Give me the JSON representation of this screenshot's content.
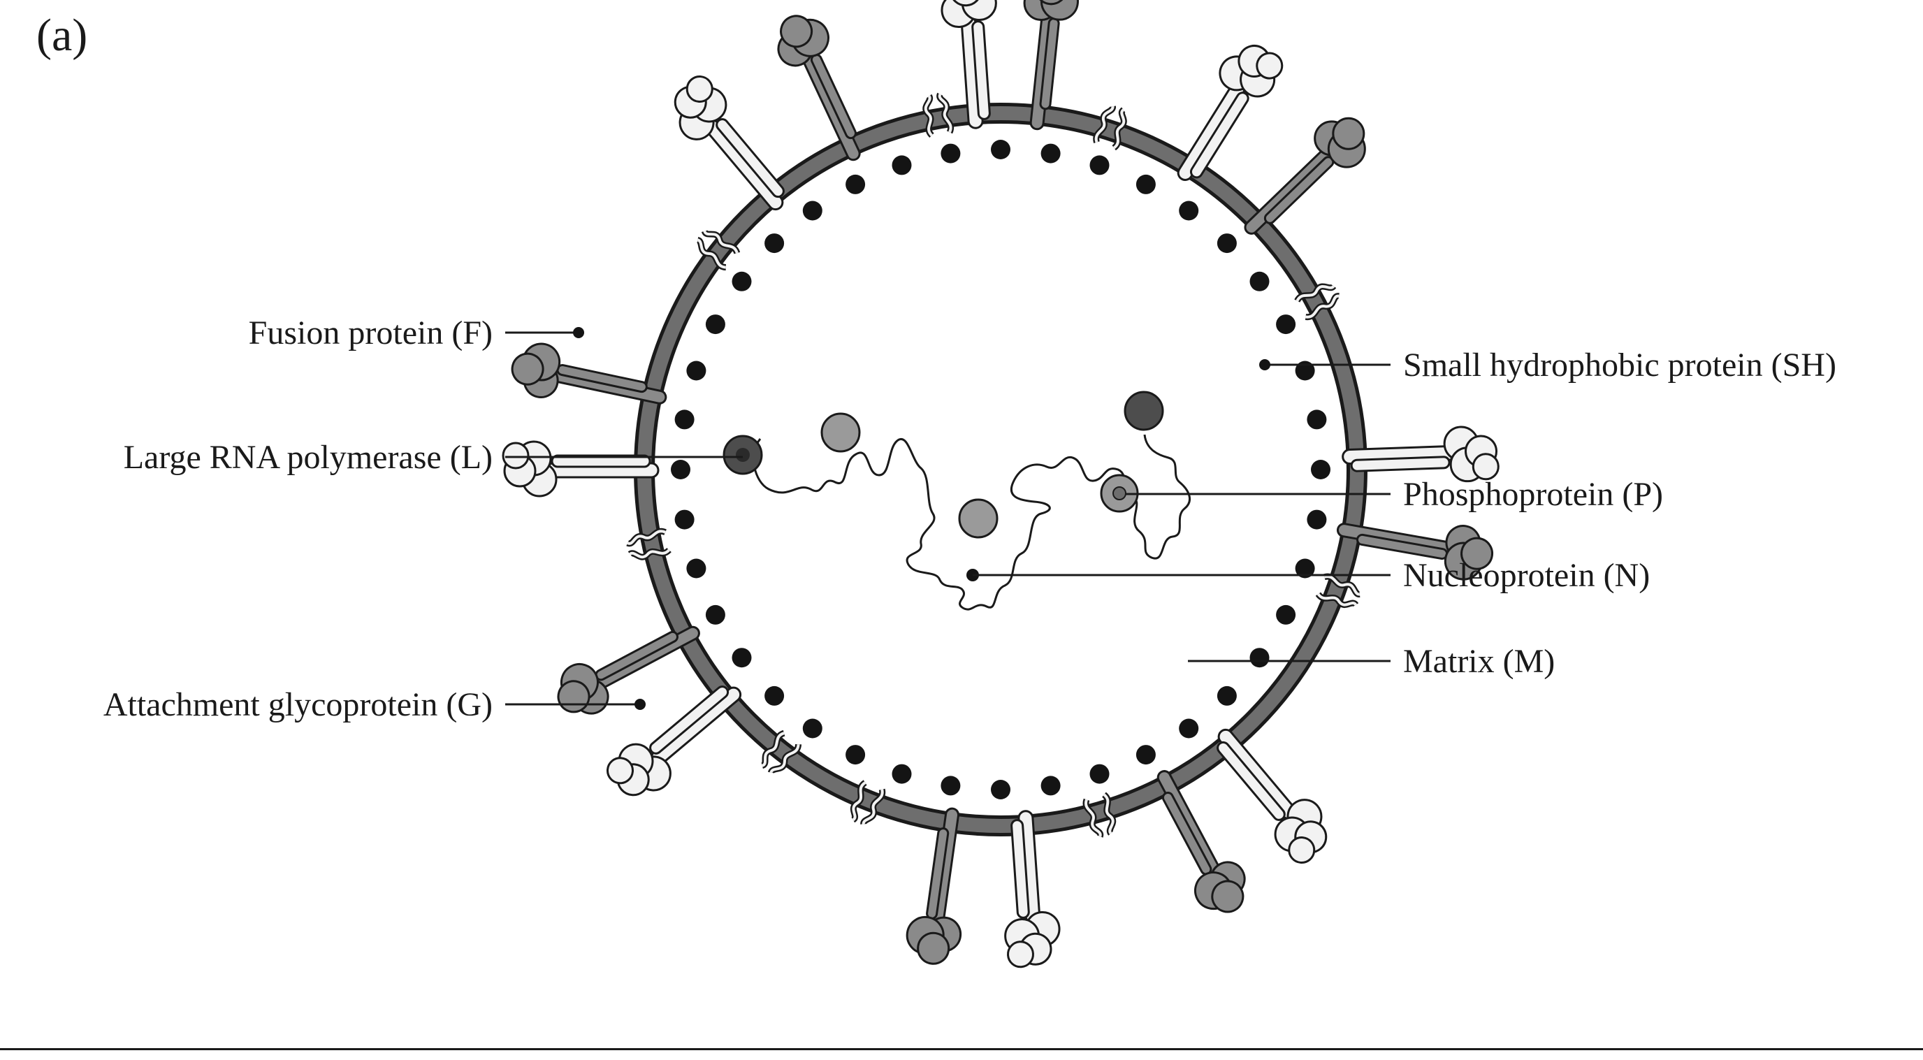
{
  "figure": {
    "panel_label": "(a)"
  },
  "labels": {
    "fusion": "Fusion protein (F)",
    "polymerase": "Large RNA polymerase (L)",
    "attachment": "Attachment glycoprotein (G)",
    "small_hydrophobic": "Small hydrophobic protein (SH)",
    "phosphoprotein": "Phosphoprotein (P)",
    "nucleoprotein": "Nucleoprotein (N)",
    "matrix": "Matrix (M)"
  },
  "colors": {
    "envelope": "#6e6e6e",
    "outline": "#1a1a1a",
    "dark_protein": "#8a8a8a",
    "light_protein": "#f2f2f2",
    "polymerase": "#4d4d4d",
    "phosphoprotein": "#9a9a9a",
    "matrix_dot": "#141414"
  }
}
